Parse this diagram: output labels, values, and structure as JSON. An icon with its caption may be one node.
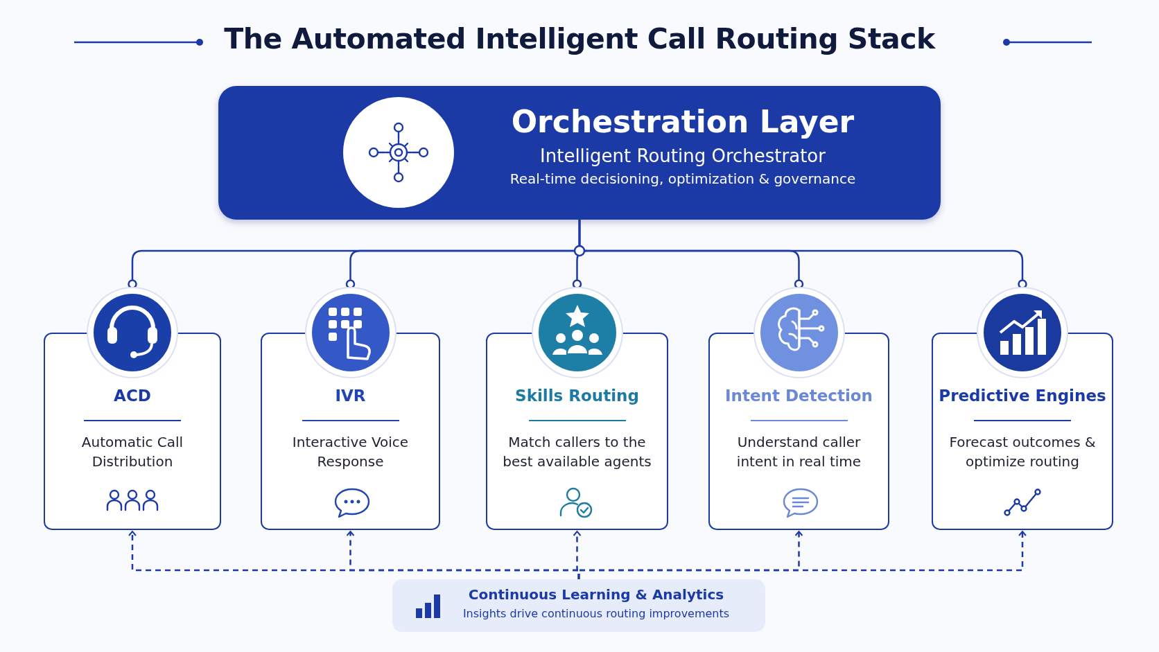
{
  "diagram": {
    "title": "The Automated Intelligent Call Routing Stack",
    "nodes": [
      {
        "text": [
          "Orchestration Layer",
          "Intelligent Routing Orchestrator",
          "Real-time decisioning, optimization & governance"
        ]
      },
      {
        "text": [
          "ACD",
          "Automatic Call Distribution"
        ]
      },
      {
        "text": [
          "IVR",
          "Interactive Voice Response"
        ]
      },
      {
        "text": [
          "Skills Routing",
          "Match callers to the best available agents"
        ]
      },
      {
        "text": [
          "Intent Detection",
          "Understand caller intent in real time"
        ]
      },
      {
        "text": [
          "Predictive Engines",
          "Forecast outcomes & optimize routing"
        ]
      },
      {
        "text": [
          "Continuous Learning & Analytics",
          "Insights drive continuous routing improvements"
        ]
      }
    ],
    "edges": [
      {
        "from": 0,
        "to": 1,
        "arrow": "other"
      },
      {
        "from": 0,
        "to": 2,
        "arrow": "other"
      },
      {
        "from": 0,
        "to": 3,
        "arrow": "other"
      },
      {
        "from": 0,
        "to": 4,
        "arrow": "other"
      },
      {
        "from": 0,
        "to": 5,
        "arrow": "other"
      },
      {
        "from": 6,
        "to": 1,
        "arrow": "to",
        "style": "dashed"
      },
      {
        "from": 6,
        "to": 2,
        "arrow": "to",
        "style": "dashed"
      },
      {
        "from": 6,
        "to": 3,
        "arrow": "to",
        "style": "dashed"
      },
      {
        "from": 6,
        "to": 4,
        "arrow": "to",
        "style": "dashed"
      },
      {
        "from": 6,
        "to": 5,
        "arrow": "to",
        "style": "dashed"
      }
    ]
  }
}
